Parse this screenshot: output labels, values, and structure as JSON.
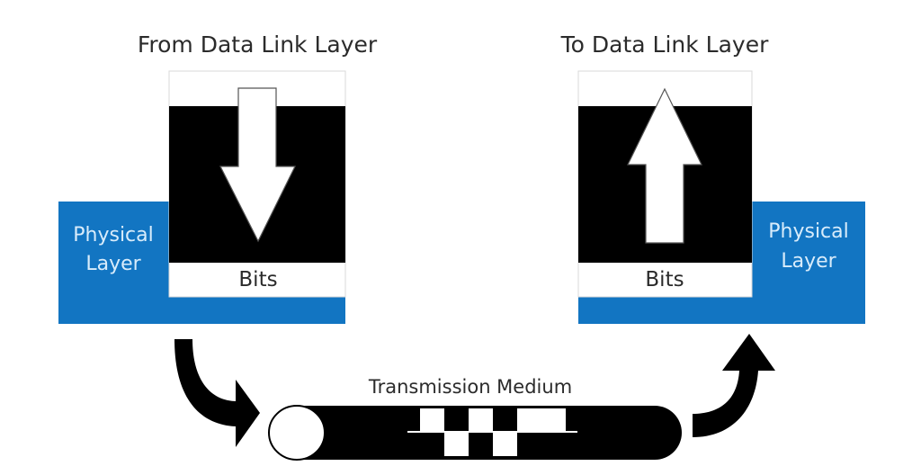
{
  "diagram": {
    "title": "Physical layer transmission",
    "colors": {
      "physical_layer_blue": "#1275c2",
      "black": "#000000",
      "white": "#ffffff",
      "label_text": "#2b2b2b",
      "physical_label_text": "#d8ecfb"
    },
    "sender": {
      "heading": "From Data Link Layer",
      "layer_label_line1": "Physical",
      "layer_label_line2": "Layer",
      "data_label": "Bits",
      "arrow_direction": "down"
    },
    "receiver": {
      "heading": "To Data Link Layer",
      "layer_label_line1": "Physical",
      "layer_label_line2": "Layer",
      "data_label": "Bits",
      "arrow_direction": "up"
    },
    "medium": {
      "label": "Transmission Medium",
      "signal_bits": [
        1,
        0,
        1,
        0,
        1,
        1
      ]
    }
  }
}
